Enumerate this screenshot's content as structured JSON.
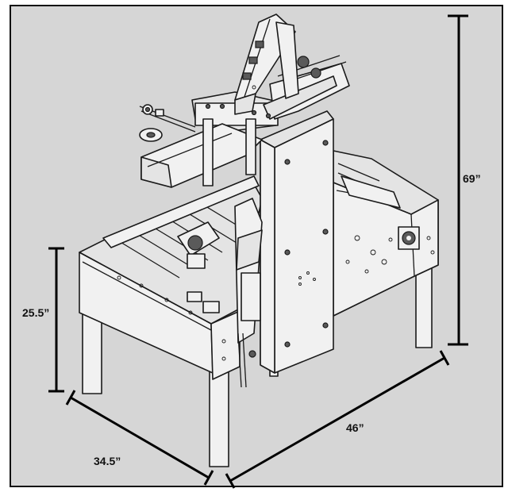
{
  "dimensions": {
    "height_overall": "69”",
    "height_table": "25.5”",
    "depth": "34.5”",
    "length": "46”"
  }
}
